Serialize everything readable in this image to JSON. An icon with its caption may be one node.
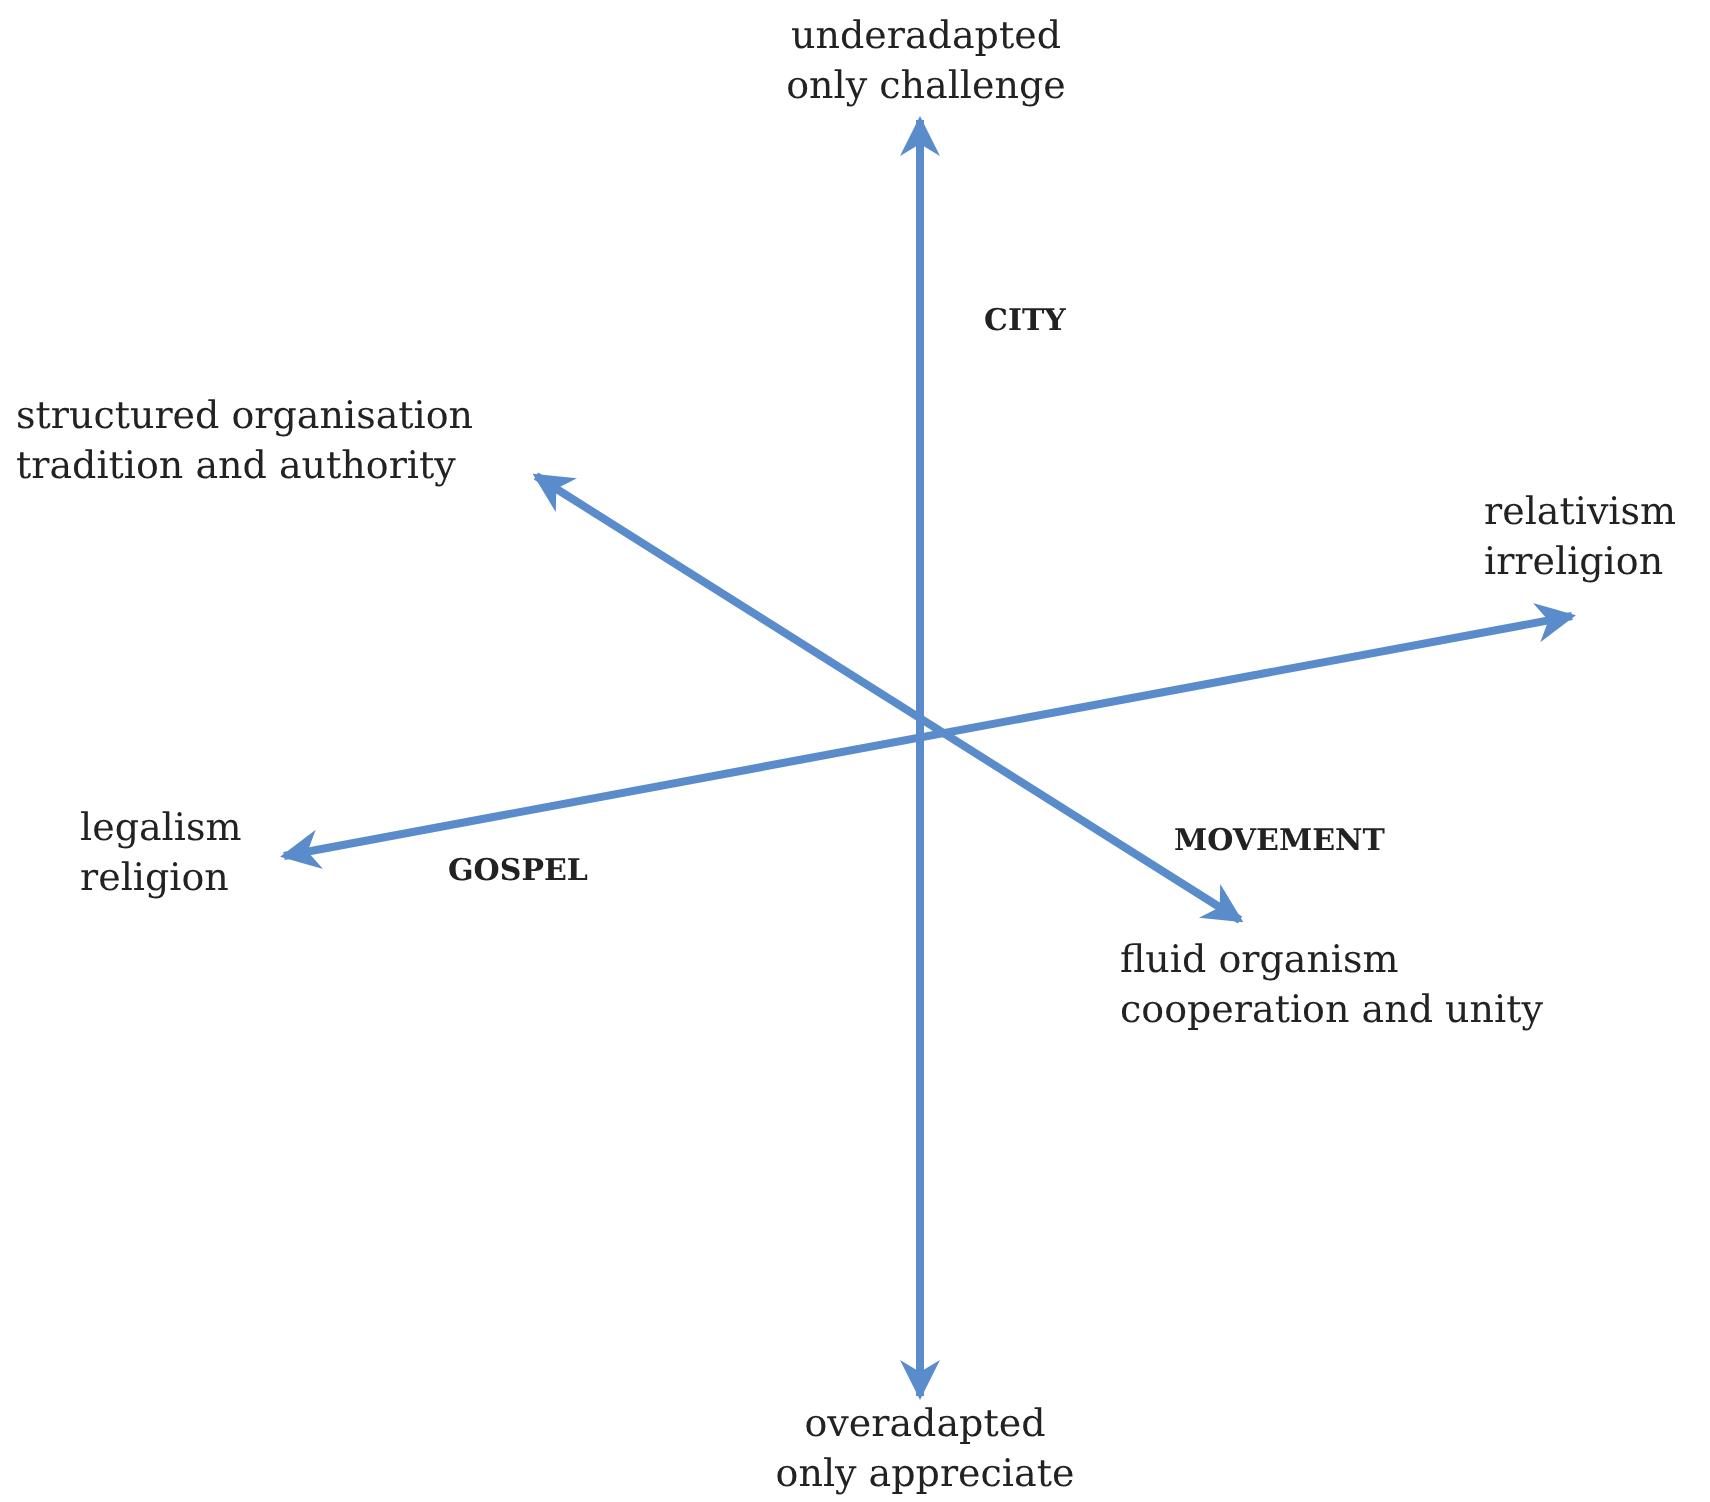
{
  "diagram": {
    "nodes": [
      {
        "text": [
          "underadapted",
          "only challenge"
        ]
      },
      {
        "text": [
          "structured organisation",
          "tradition and authority"
        ]
      },
      {
        "text": [
          "relativism",
          "irreligion"
        ]
      },
      {
        "text": [
          "legalism",
          "religion"
        ]
      },
      {
        "text": [
          "fluid organism",
          "cooperation and unity"
        ]
      },
      {
        "text": [
          "overadapted",
          "only appreciate"
        ]
      }
    ],
    "edges": [
      {
        "from": 0,
        "to": 5,
        "arrow": "both",
        "label": "CITY"
      },
      {
        "from": 1,
        "to": 4,
        "arrow": "both",
        "label": "MOVEMENT"
      },
      {
        "from": 3,
        "to": 2,
        "arrow": "both",
        "label": "GOSPEL"
      }
    ]
  }
}
